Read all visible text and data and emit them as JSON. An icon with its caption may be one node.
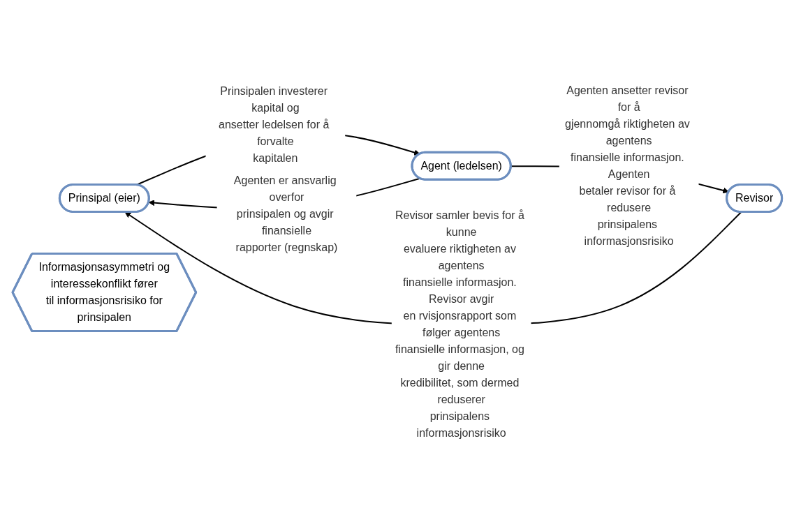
{
  "diagram": {
    "nodes": [
      {
        "text": [
          "Prinsipal (eier)"
        ]
      },
      {
        "text": [
          "Agent (ledelsen)"
        ]
      },
      {
        "text": [
          "Informasjonsasymmetri og interessekonflikt fører til informasjonsrisiko for prinsipalen"
        ]
      },
      {
        "text": [
          "Revisor"
        ]
      }
    ],
    "edges": [
      {
        "from": 0,
        "to": 1,
        "arrow": "to",
        "label": "Prinsipalen investerer kapital og ansetter ledelsen for å forvalte kapitalen"
      },
      {
        "from": 1,
        "to": 0,
        "arrow": "to",
        "label": "Agenten er ansvarlig overfor prinsipalen og avgir finansielle rapporter (regnskap)"
      },
      {
        "from": 1,
        "to": 3,
        "arrow": "to",
        "label": "Agenten ansetter revisor for å gjennomgå riktigheten av agentens finansielle informasjon. Agenten betaler revisor for å redusere prinsipalens informasjonsrisiko"
      },
      {
        "from": 3,
        "to": 0,
        "arrow": "to",
        "label": "Revisor samler bevis for å kunne evaluere riktigheten av agentens finansielle informasjon. Revisor avgir en rvisjonsrapport som følger agentens finansielle informasjon, og gir denne kredibilitet, som dermed reduserer prinsipalens informasjonsrisiko"
      }
    ]
  }
}
